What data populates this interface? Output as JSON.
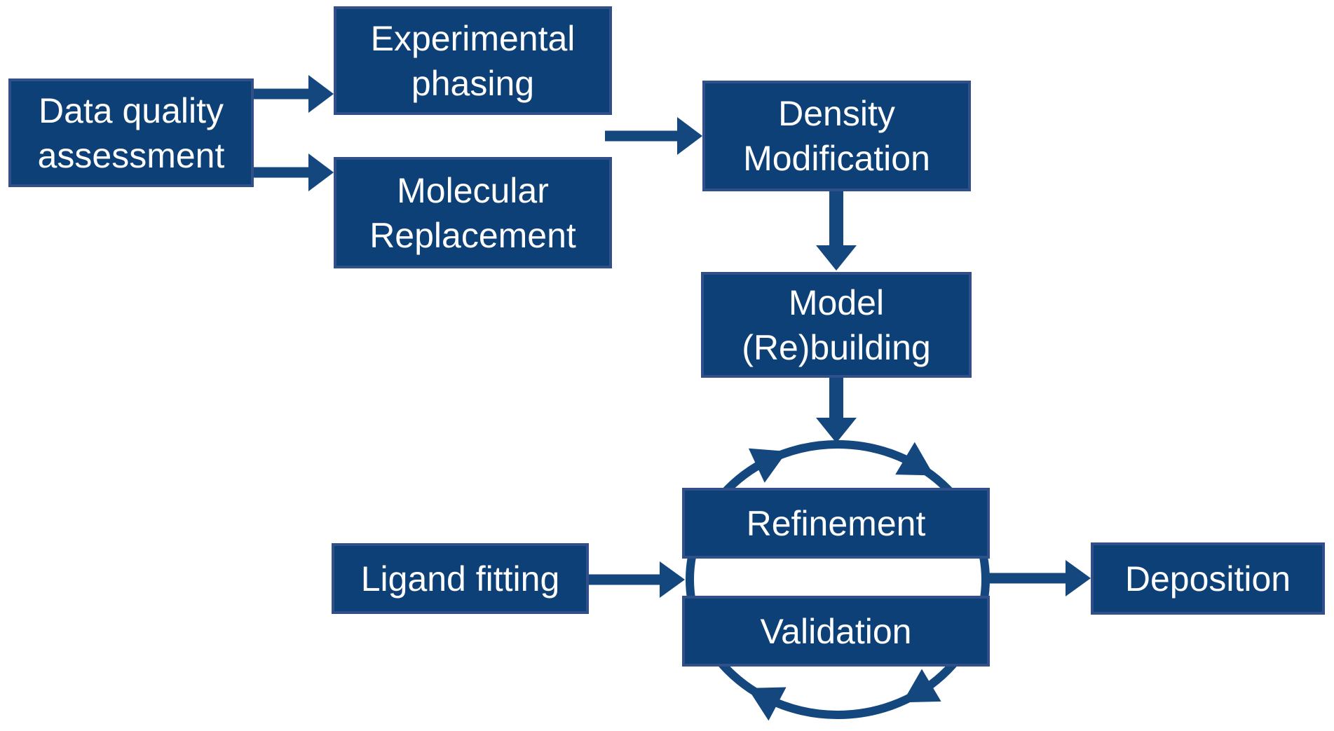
{
  "colors": {
    "background": "#ffffff",
    "box-fill": "#0c4076",
    "box-border": "#31508a",
    "arrow": "#13477e",
    "text": "#ffffff"
  },
  "diagram": {
    "nodes": [
      {
        "id": "data-quality-assessment",
        "label": "Data quality assessment",
        "lines": [
          "Data quality",
          "assessment"
        ]
      },
      {
        "id": "experimental-phasing",
        "label": "Experimental phasing",
        "lines": [
          "Experimental",
          "phasing"
        ]
      },
      {
        "id": "molecular-replacement",
        "label": "Molecular Replacement",
        "lines": [
          "Molecular",
          "Replacement"
        ]
      },
      {
        "id": "density-modification",
        "label": "Density Modification",
        "lines": [
          "Density",
          "Modification"
        ]
      },
      {
        "id": "model-rebuilding",
        "label": "Model (Re)building",
        "lines": [
          "Model",
          "(Re)building"
        ]
      },
      {
        "id": "refinement",
        "label": "Refinement",
        "lines": [
          "Refinement"
        ]
      },
      {
        "id": "validation",
        "label": "Validation",
        "lines": [
          "Validation"
        ]
      },
      {
        "id": "ligand-fitting",
        "label": "Ligand fitting",
        "lines": [
          "Ligand fitting"
        ]
      },
      {
        "id": "deposition",
        "label": "Deposition",
        "lines": [
          "Deposition"
        ]
      }
    ],
    "edges": [
      {
        "from": "data-quality-assessment",
        "to": "experimental-phasing"
      },
      {
        "from": "data-quality-assessment",
        "to": "molecular-replacement"
      },
      {
        "from": "experimental-phasing / molecular-replacement",
        "to": "density-modification"
      },
      {
        "from": "density-modification",
        "to": "model-rebuilding"
      },
      {
        "from": "model-rebuilding",
        "to": "refinement-validation-cycle"
      },
      {
        "from": "ligand-fitting",
        "to": "refinement-validation-cycle"
      },
      {
        "from": "refinement-validation-cycle",
        "to": "deposition"
      }
    ],
    "cycle": {
      "members": [
        "refinement",
        "validation"
      ],
      "direction": "clockwise"
    }
  }
}
